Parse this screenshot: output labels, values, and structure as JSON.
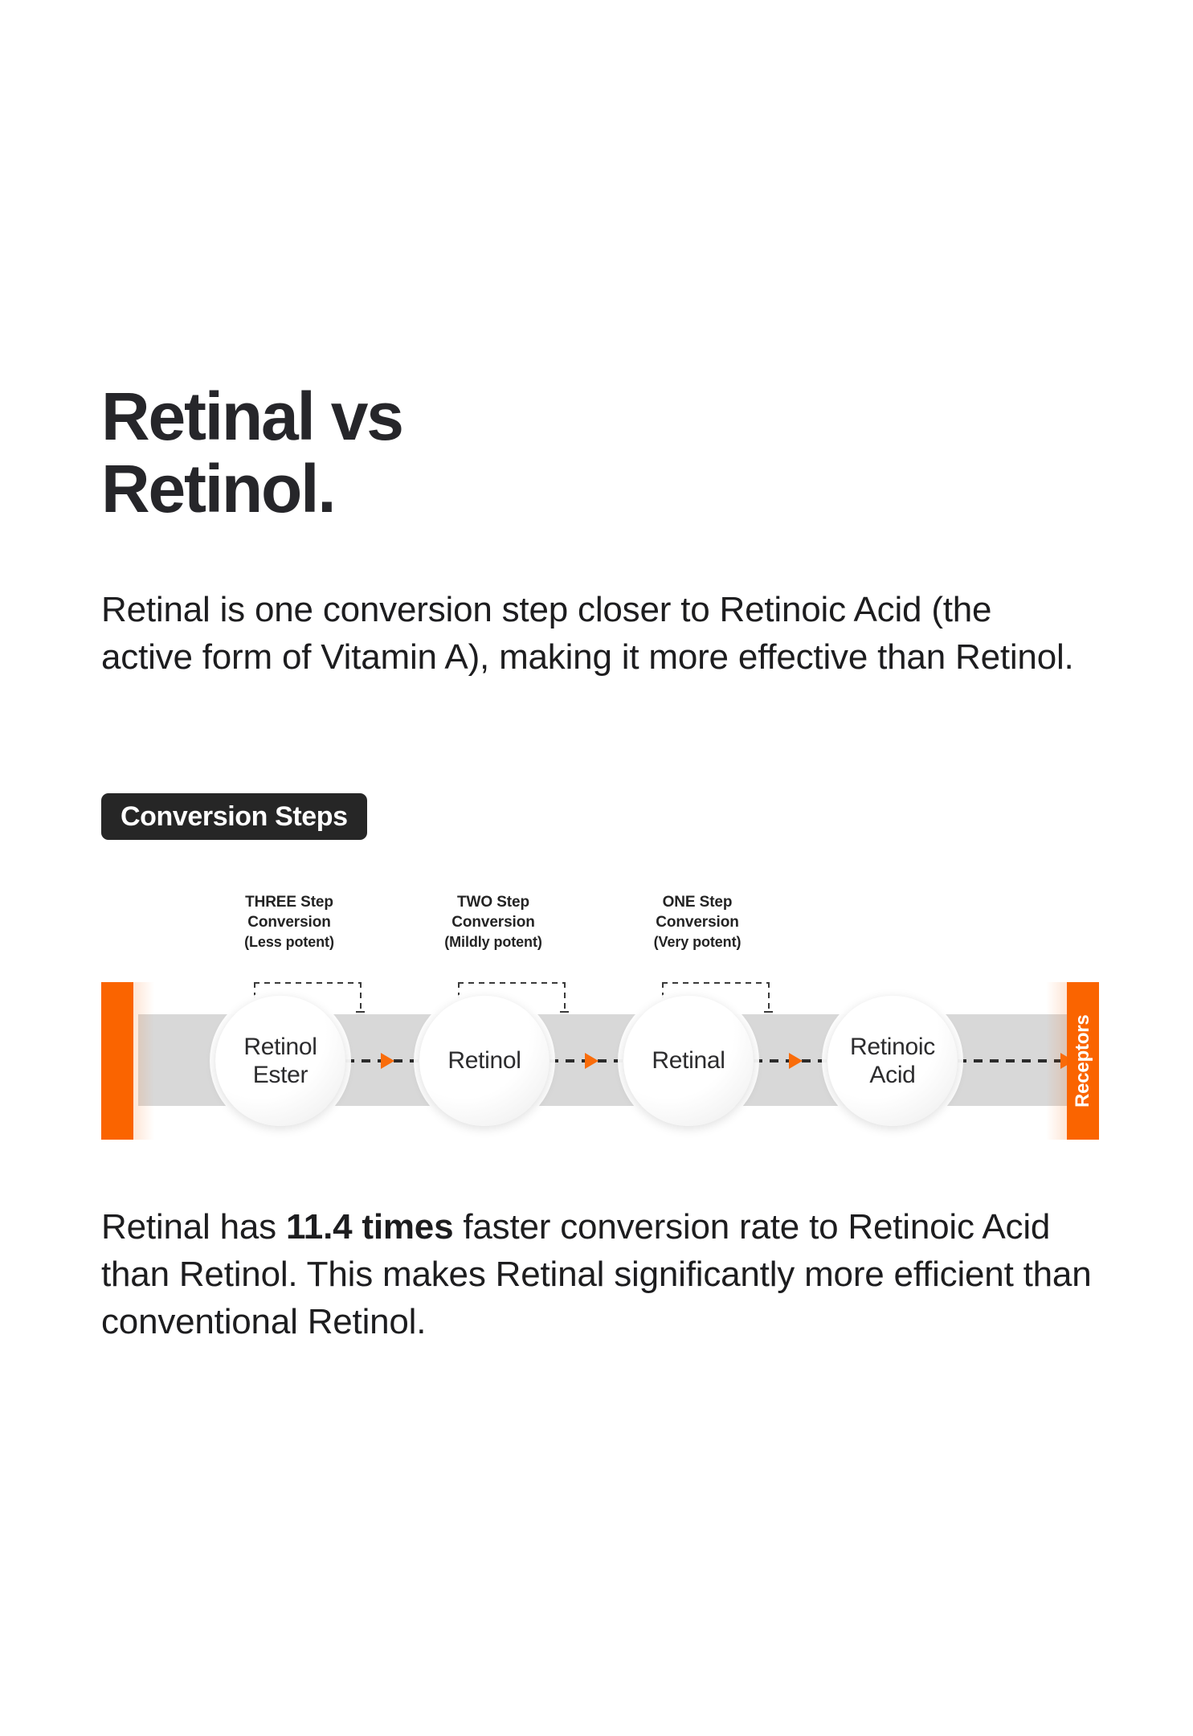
{
  "heading": {
    "line1": "Retinal vs",
    "line2": "Retinol."
  },
  "intro_paragraph": "Retinal is one conversion step closer to Retinoic Acid (the active form of Vitamin A), making it more effective than Retinol.",
  "badge": {
    "label": "Conversion Steps"
  },
  "diagram": {
    "left_bar_color": "#FA6400",
    "right_bar_color": "#FA6400",
    "track_color": "#D8D8D8",
    "arrow_color": "#F96C0A",
    "receptors_label": "Receptors",
    "nodes": [
      {
        "line1": "Retinol",
        "line2": "Ester"
      },
      {
        "line1": "Retinol",
        "line2": ""
      },
      {
        "line1": "Retinal",
        "line2": ""
      },
      {
        "line1": "Retinoic",
        "line2": "Acid"
      }
    ],
    "annotations": [
      {
        "line1": "THREE Step",
        "line2": "Conversion",
        "line3": "(Less potent)"
      },
      {
        "line1": "TWO Step",
        "line2": "Conversion",
        "line3": "(Mildly potent)"
      },
      {
        "line1": "ONE Step",
        "line2": "Conversion",
        "line3": "(Very potent)"
      }
    ]
  },
  "outro": {
    "before": "Retinal has ",
    "highlight": "11.4 times",
    "after": " faster conversion rate to Retinoic Acid than Retinol. This makes Retinal significantly more efficient than conventional Retinol."
  }
}
